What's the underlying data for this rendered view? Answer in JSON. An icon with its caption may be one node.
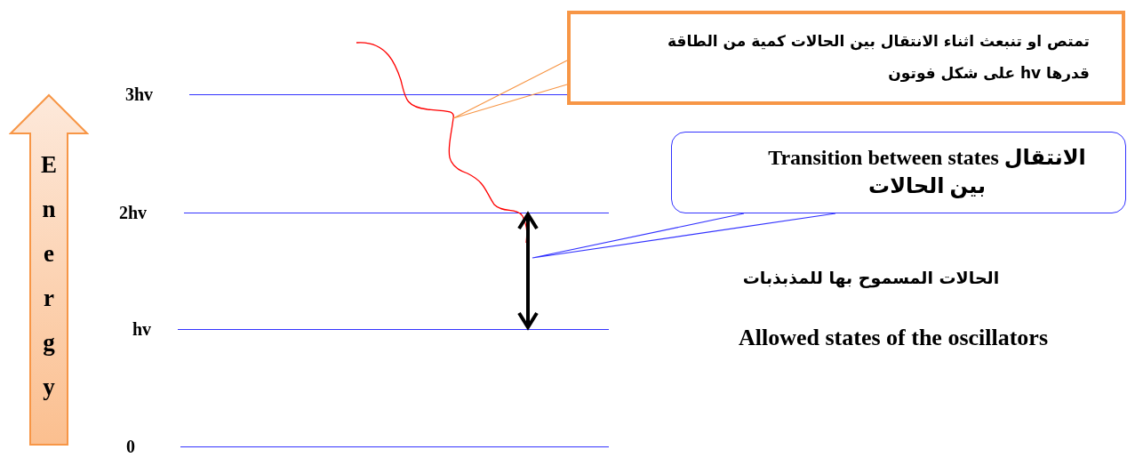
{
  "diagram": {
    "nodes": [
      {
        "text": [
          "Energy"
        ]
      },
      {
        "text": [
          "تمتص او تنبعث اثناء الانتقال بين الحالات كمية من الطاقة قدرها hv على شكل فوتون"
        ]
      },
      {
        "text": [
          "الانتقال Transition between states بين الحالات"
        ]
      },
      {
        "text": [],
        "shape": "bar",
        "beside": [
          "3hv"
        ]
      },
      {
        "text": [],
        "shape": "bar",
        "beside": [
          "2hv"
        ]
      },
      {
        "text": [],
        "shape": "bar",
        "beside": [
          "hv"
        ]
      },
      {
        "text": [],
        "shape": "bar",
        "beside": [
          "0"
        ]
      },
      {
        "text": [],
        "shape": "picture"
      }
    ],
    "edges": [
      {
        "from": 4,
        "to": 5,
        "arrow": "both",
        "style": "thick",
        "color": "#000000"
      },
      {
        "from": 1,
        "to": 7,
        "arrow": "none",
        "color": "#f79646"
      },
      {
        "from": 2,
        "to": null,
        "arrow": "none",
        "color": "#3333ff"
      }
    ],
    "labels": [
      "الحالات المسموح بها للمذبذبات",
      "Allowed states of the oscillators"
    ]
  }
}
